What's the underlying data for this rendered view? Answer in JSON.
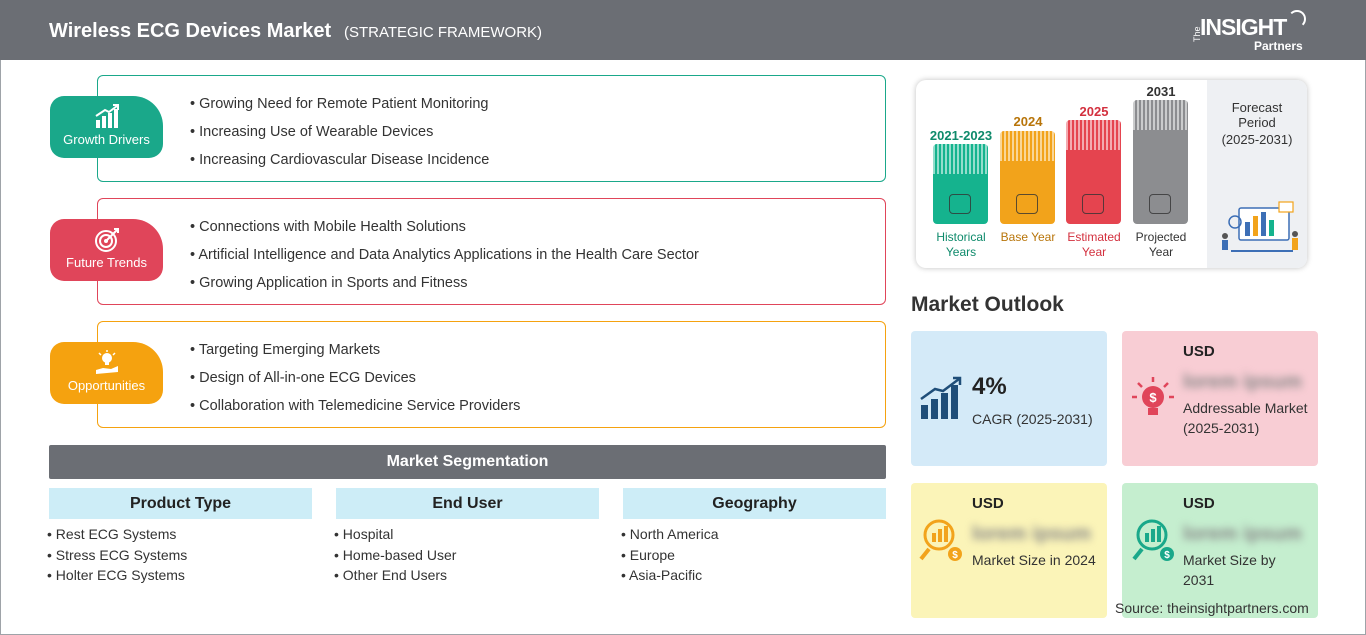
{
  "header": {
    "title": "Wireless ECG Devices Market",
    "subtitle": "(STRATEGIC FRAMEWORK)",
    "logo_the": "The",
    "logo_insight": "INSIGHT",
    "logo_partners": "Partners"
  },
  "colors": {
    "growth": "#1aa88a",
    "trends": "#e0455a",
    "opportunities": "#f5a20f",
    "historical": "#15b38e",
    "base": "#f2a31b",
    "estimated": "#e5444f",
    "projected": "#8c8d90"
  },
  "growth_drivers": {
    "label": "Growth Drivers",
    "icon": "growth-chart-icon",
    "items": [
      "Growing Need for Remote Patient Monitoring",
      "Increasing Use of Wearable Devices",
      "Increasing Cardiovascular Disease Incidence"
    ]
  },
  "future_trends": {
    "label": "Future Trends",
    "icon": "target-icon",
    "items": [
      "Connections with Mobile Health Solutions",
      "Artificial Intelligence and Data Analytics Applications in the Health Care Sector",
      "Growing Application in Sports and Fitness"
    ]
  },
  "opportunities": {
    "label": "Opportunities",
    "icon": "hand-lightbulb-icon",
    "items": [
      "Targeting Emerging Markets",
      "Design of All-in-one ECG Devices",
      "Collaboration with Telemedicine Service Providers"
    ]
  },
  "segmentation": {
    "title": "Market Segmentation",
    "columns": [
      {
        "header": "Product Type",
        "items": [
          "Rest ECG Systems",
          "Stress ECG Systems",
          "Holter ECG Systems"
        ]
      },
      {
        "header": "End User",
        "items": [
          "Hospital",
          "Home-based User",
          "Other End Users"
        ]
      },
      {
        "header": "Geography",
        "items": [
          "North America",
          "Europe",
          "Asia-Pacific"
        ]
      }
    ]
  },
  "timeline": {
    "historical": {
      "year": "2021-2023",
      "caption": "Historical Years"
    },
    "base": {
      "year": "2024",
      "caption": "Base Year"
    },
    "estimated": {
      "year": "2025",
      "caption": "Estimated Year"
    },
    "projected": {
      "year": "2031",
      "caption": "Projected Year"
    },
    "forecast_label": "Forecast Period",
    "forecast_range": "(2025-2031)"
  },
  "outlook": {
    "title": "Market Outlook",
    "cagr": {
      "value": "4%",
      "label": "CAGR (2025-2031)"
    },
    "addressable": {
      "currency": "USD",
      "value": "lorem ipsum",
      "label": "Addressable Market (2025-2031)"
    },
    "size_2024": {
      "currency": "USD",
      "value": "lorem ipsum",
      "label": "Market Size in 2024"
    },
    "size_2031": {
      "currency": "USD",
      "value": "lorem ipsum",
      "label": "Market Size by 2031"
    }
  },
  "source": "Source: theinsightpartners.com"
}
